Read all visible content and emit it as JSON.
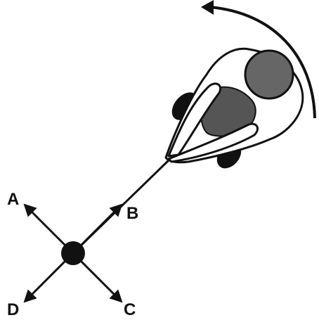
{
  "diagram": {
    "labels": {
      "a": "A",
      "b": "B",
      "c": "C",
      "d": "D"
    },
    "rotation_direction": "counterclockwise",
    "colors": {
      "ink": "#111111",
      "head": "#666666",
      "body_shading": "#555555",
      "background": "#ffffff"
    }
  }
}
